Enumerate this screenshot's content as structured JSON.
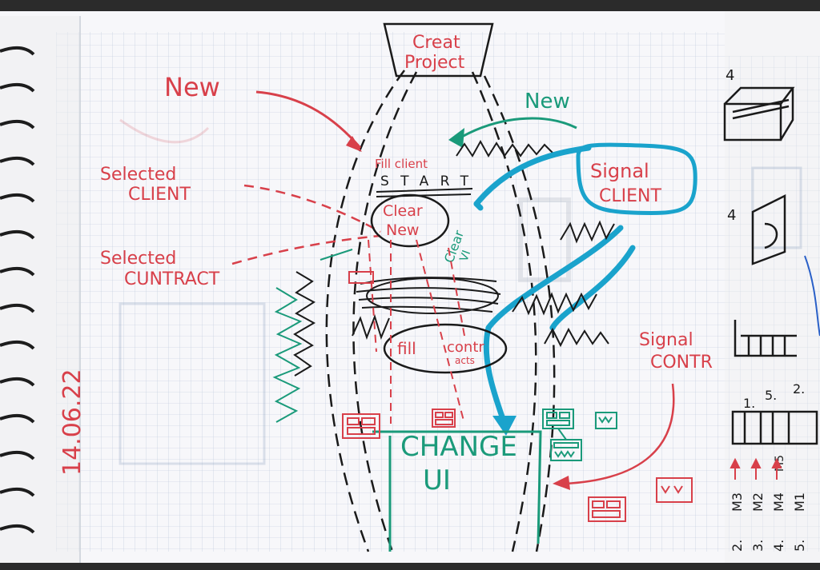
{
  "notebook": {
    "date": "14.06.22"
  },
  "sketch": {
    "top_box": {
      "line1": "Creat",
      "line2": "Project"
    },
    "new_left": "New",
    "new_right": "New",
    "selected_client": {
      "line1": "Selected",
      "line2": "CLIENT"
    },
    "selected_contract": {
      "line1": "Selected",
      "line2": "CUNTRACT"
    },
    "fill_client": "Fill client",
    "start_text": "START",
    "clear_new": {
      "line1": "Clear",
      "line2": "New"
    },
    "clear_green": {
      "line1": "Clear",
      "line2": "VI"
    },
    "signal_client": {
      "line1": "Signal",
      "line2": "CLIENT"
    },
    "fill_contracts": {
      "line1": "fill",
      "line2": "contr",
      "line3": "acts"
    },
    "signal_contract": {
      "line1": "Signal",
      "line2": "CONTR"
    },
    "change_ui": {
      "line1": "CHANGE",
      "line2": "UI"
    }
  },
  "margin_notes": {
    "n4_top": "4",
    "n4_mid": "4",
    "n1": "1.",
    "n5": "5.",
    "n2": "2.",
    "m3": "M3",
    "m2": "M2",
    "m4": "M4",
    "m1": "M1",
    "m5": "M5",
    "n2b": "2.",
    "n3b": "3.",
    "n4b": "4.",
    "n5b": "5."
  }
}
